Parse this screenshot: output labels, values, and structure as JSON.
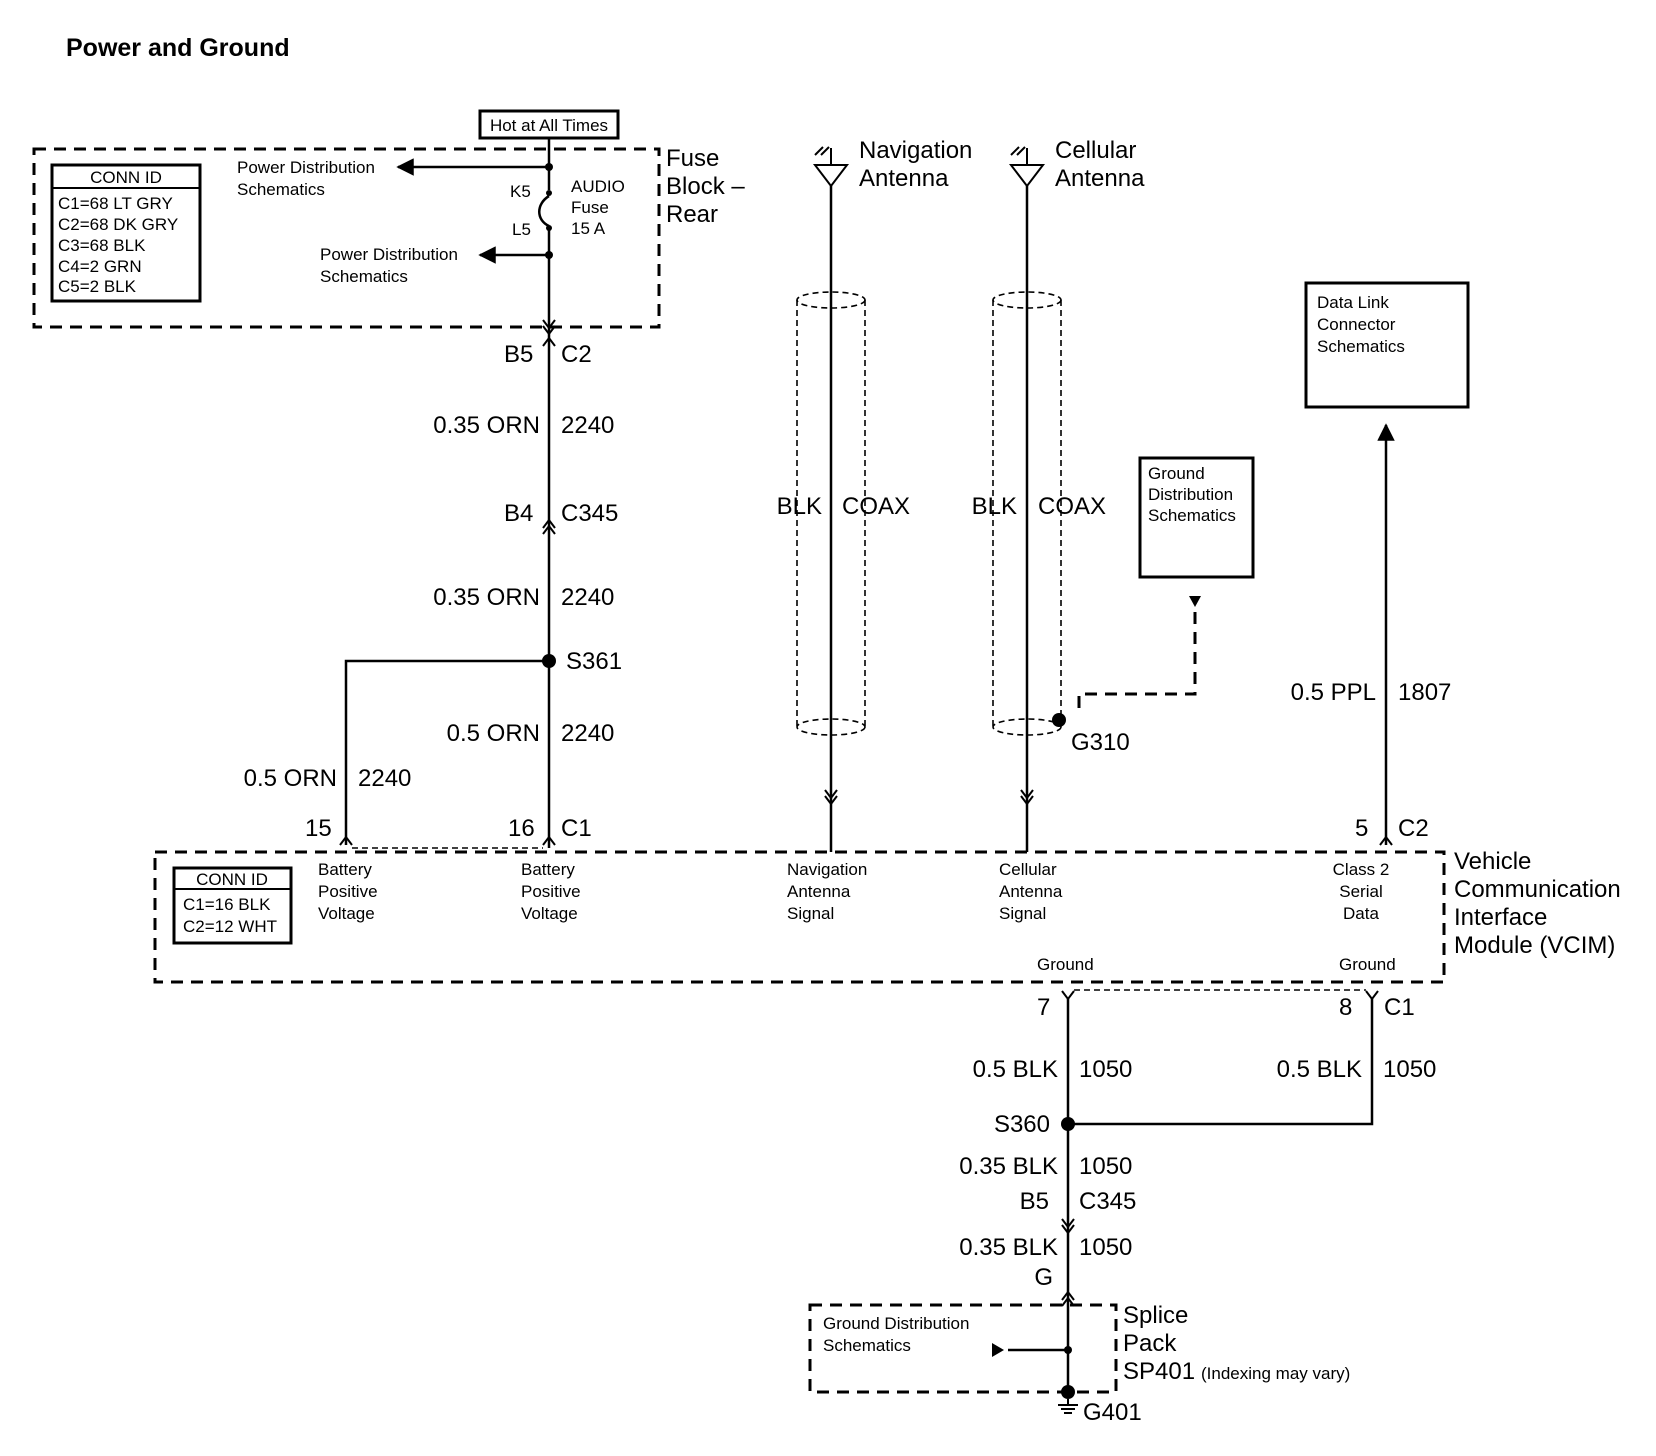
{
  "title": "Power and Ground",
  "hot_label": "Hot at All Times",
  "fuse_block": {
    "name_lines": [
      "Fuse",
      "Block –",
      "Rear"
    ],
    "conn_id": {
      "header": "CONN ID",
      "rows": [
        "C1=68 LT GRY",
        "C2=68 DK GRY",
        "C3=68 BLK",
        "C4=2 GRN",
        "C5=2 BLK"
      ]
    },
    "pd_top_lines": [
      "Power Distribution",
      "Schematics"
    ],
    "pd_mid_lines": [
      "Power Distribution",
      "Schematics"
    ],
    "pin_k5": "K5",
    "pin_l5": "L5",
    "fuse_lines": [
      "AUDIO",
      "Fuse",
      "15 A"
    ]
  },
  "power_circuit": {
    "conn1_pin": "B5",
    "conn1_id": "C2",
    "seg1_wire": "0.35 ORN",
    "seg1_circuit": "2240",
    "conn2_pin": "B4",
    "conn2_id": "C345",
    "seg2_wire": "0.35 ORN",
    "seg2_circuit": "2240",
    "splice": "S361",
    "seg3_wire": "0.5 ORN",
    "seg3_circuit": "2240",
    "branch_wire": "0.5 ORN",
    "branch_circuit": "2240",
    "vcim_pin_15": "15",
    "vcim_pin_16": "16",
    "vcim_conn_c1": "C1"
  },
  "nav_antenna": {
    "lines": [
      "Navigation",
      "Antenna"
    ],
    "wire": "BLK",
    "type": "COAX"
  },
  "cell_antenna": {
    "lines": [
      "Cellular",
      "Antenna"
    ],
    "wire": "BLK",
    "type": "COAX",
    "ground": "G310"
  },
  "ground_dist_box": [
    "Ground",
    "Distribution",
    "Schematics"
  ],
  "dlc_box": [
    "Data Link",
    "Connector",
    "Schematics"
  ],
  "class2": {
    "wire": "0.5 PPL",
    "circuit": "1807",
    "pin": "5",
    "conn": "C2"
  },
  "vcim": {
    "name_lines": [
      "Vehicle",
      "Communication",
      "Interface",
      "Module (VCIM)"
    ],
    "conn_id": {
      "header": "CONN ID",
      "rows": [
        "C1=16 BLK",
        "C2=12 WHT"
      ]
    },
    "labels": {
      "batt15": [
        "Battery",
        "Positive",
        "Voltage"
      ],
      "batt16": [
        "Battery",
        "Positive",
        "Voltage"
      ],
      "nav": [
        "Navigation",
        "Antenna",
        "Signal"
      ],
      "cell": [
        "Cellular",
        "Antenna",
        "Signal"
      ],
      "class2": [
        "Class 2",
        "Serial",
        "Data"
      ],
      "ground1": "Ground",
      "ground2": "Ground"
    },
    "gnd_pin_7": "7",
    "gnd_pin_8": "8",
    "gnd_conn": "C1"
  },
  "ground_circuit": {
    "left_wire": "0.5 BLK",
    "left_circuit": "1050",
    "right_wire": "0.5 BLK",
    "right_circuit": "1050",
    "splice": "S360",
    "seg2_wire": "0.35 BLK",
    "seg2_circuit": "1050",
    "conn_pin": "B5",
    "conn_id": "C345",
    "seg3_wire": "0.35 BLK",
    "seg3_circuit": "1050",
    "sp_pin": "G",
    "ground": "G401"
  },
  "splice_pack": {
    "name_lines": [
      "Splice",
      "Pack",
      "SP401"
    ],
    "note": "(Indexing may vary)",
    "gd_lines": [
      "Ground Distribution",
      "Schematics"
    ]
  }
}
